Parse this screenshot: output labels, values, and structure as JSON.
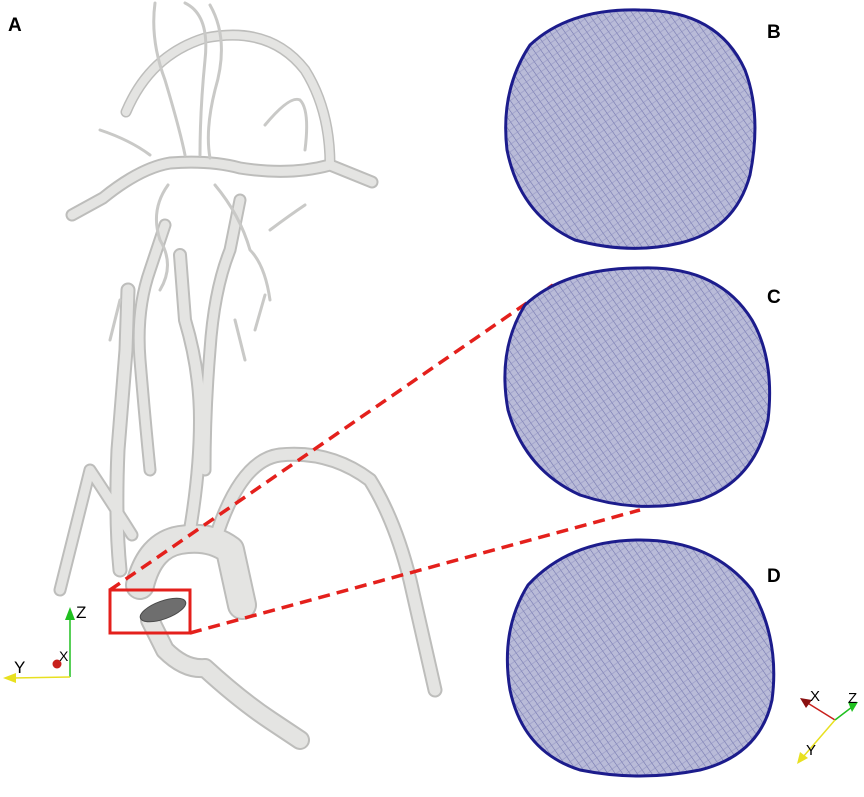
{
  "panels": {
    "a": {
      "label": "A"
    },
    "b": {
      "label": "B"
    },
    "c": {
      "label": "C"
    },
    "d": {
      "label": "D"
    }
  },
  "axes_left": {
    "z": "Z",
    "y": "Y",
    "x": "X"
  },
  "axes_right": {
    "x": "X",
    "z": "Z",
    "y": "Y"
  },
  "colors": {
    "vessel": "#e4e4e2",
    "vessel_edge": "#bdbdbb",
    "mesh": "#9a9cc4",
    "mesh_edge": "#1c1c8c",
    "highlight": "#e4201c",
    "axis_x": "#c8201c",
    "axis_y": "#e8e020",
    "axis_z": "#20c020"
  },
  "icons": {
    "highlight_box": "red-rectangle-icon",
    "zoom_lines": "dashed-connector-icon"
  }
}
